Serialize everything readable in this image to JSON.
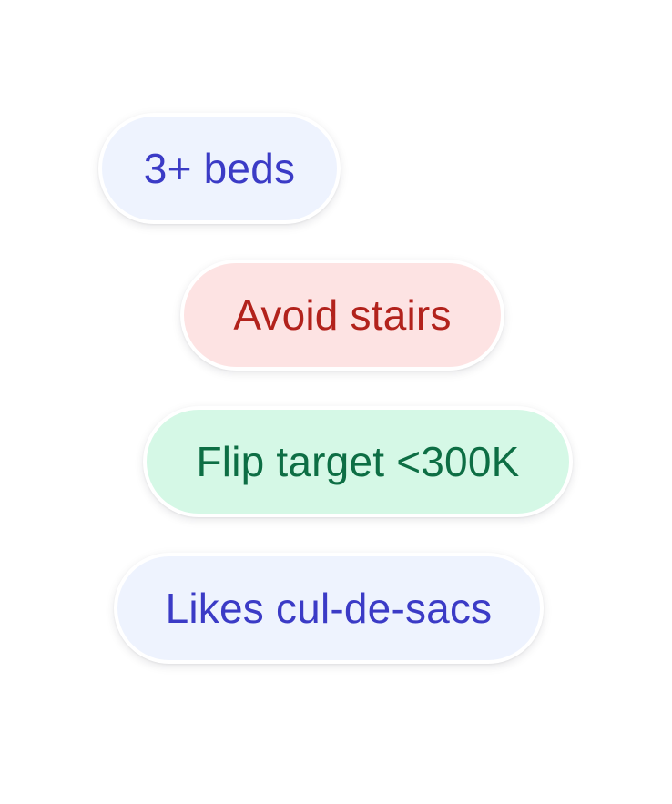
{
  "tags": [
    {
      "label": "3+ beds",
      "tone": "blue"
    },
    {
      "label": "Avoid stairs",
      "tone": "red"
    },
    {
      "label": "Flip target <300K",
      "tone": "green"
    },
    {
      "label": "Likes cul-de-sacs",
      "tone": "blue"
    }
  ],
  "colors": {
    "blue_bg": "#eef3fe",
    "blue_text": "#3b3bc6",
    "red_bg": "#fde3e3",
    "red_text": "#b2221c",
    "green_bg": "#d5f8e6",
    "green_text": "#0d6e44"
  }
}
